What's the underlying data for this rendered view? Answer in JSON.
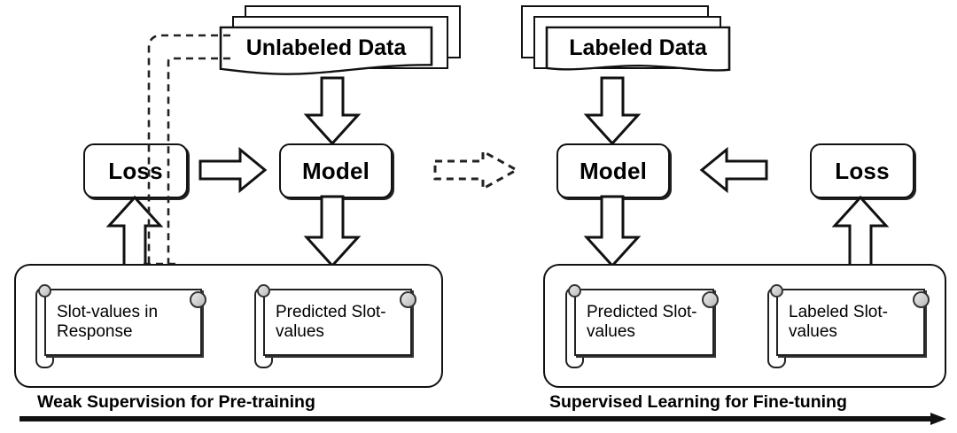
{
  "figure": {
    "type": "pipeline-diagram",
    "background": "#ffffff",
    "stroke_color": "#111111",
    "fill_color": "#ffffff"
  },
  "left_stage": {
    "caption": "Weak Supervision for Pre-training",
    "data_source": "Unlabeled Data",
    "model_label": "Model",
    "loss_label": "Loss",
    "outputs": [
      "Slot-values in Response",
      "Predicted Slot-values"
    ]
  },
  "right_stage": {
    "caption": "Supervised Learning for Fine-tuning",
    "data_source": "Labeled Data",
    "model_label": "Model",
    "loss_label": "Loss",
    "outputs": [
      "Predicted Slot-values",
      "Labeled Slot-values"
    ]
  },
  "connectors": {
    "transfer_arrow": "dashed-right-arrow",
    "feedback_arrow": "dashed-feedback-arrow",
    "loss_to_model": "solid-right-arrow",
    "loss_to_model_right": "solid-left-arrow",
    "data_to_model": "solid-down-arrow",
    "model_to_output": "solid-down-arrow",
    "output_to_loss": "solid-up-arrow",
    "timeline": "solid-right-arrow"
  }
}
